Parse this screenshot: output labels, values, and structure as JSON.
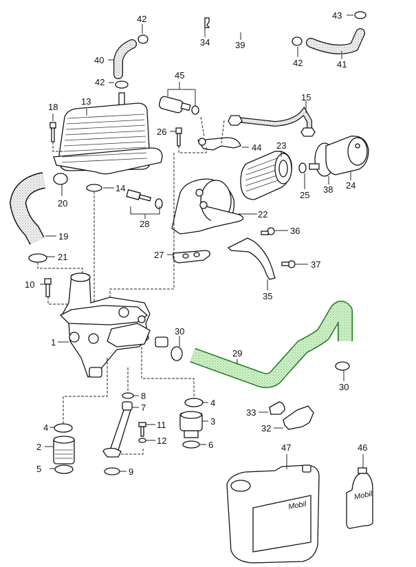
{
  "diagram": {
    "title": "Oil cooler / oil filter housing exploded view",
    "highlight_color": "#2e9a2e",
    "highlighted_part": "29",
    "brand_text": "Mobil",
    "labels": {
      "p1": "1",
      "p2": "2",
      "p3": "3",
      "p4a": "4",
      "p4b": "4",
      "p5": "5",
      "p6": "6",
      "p7": "7",
      "p8": "8",
      "p9": "9",
      "p10": "10",
      "p11": "11",
      "p12": "12",
      "p13": "13",
      "p14": "14",
      "p15": "15",
      "p18": "18",
      "p19": "19",
      "p20": "20",
      "p21": "21",
      "p22": "22",
      "p23": "23",
      "p24": "24",
      "p25": "25",
      "p26": "26",
      "p27": "27",
      "p28": "28",
      "p29": "29",
      "p30a": "30",
      "p30b": "30",
      "p32": "32",
      "p33": "33",
      "p34": "34",
      "p35": "35",
      "p36": "36",
      "p37": "37",
      "p38": "38",
      "p39": "39",
      "p40": "40",
      "p41": "41",
      "p42a": "42",
      "p42b": "42",
      "p42c": "42",
      "p43": "43",
      "p44": "44",
      "p45": "45",
      "p46": "46",
      "p47": "47"
    }
  }
}
